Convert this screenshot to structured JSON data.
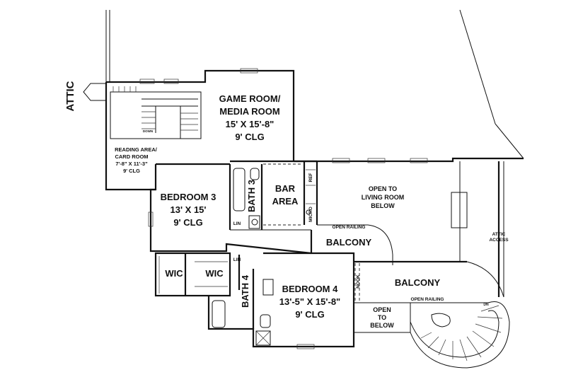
{
  "labels": {
    "attic": "ATTIC",
    "game_room": [
      "GAME ROOM/",
      "MEDIA ROOM",
      "15' X 15'-8\"",
      "9' CLG"
    ],
    "reading_area": [
      "READING AREA/",
      "CARD ROOM",
      "7'-8\" X 11'-3\"",
      "9' CLG"
    ],
    "bedroom3": [
      "BEDROOM 3",
      "13' X 15'",
      "9' CLG"
    ],
    "bath3": "BATH 3",
    "bar_area": [
      "BAR",
      "AREA"
    ],
    "micro": "MICRO",
    "ref": "REF",
    "lin_a": "LIN",
    "lin_b": "LIN",
    "down": "DOWN",
    "open_to_living": [
      "OPEN TO",
      "LIVING ROOM",
      "BELOW"
    ],
    "open_railing_a": "OPEN RAILING",
    "open_railing_b": "OPEN RAILING",
    "balcony_a": "BALCONY",
    "balcony_b": "BALCONY",
    "attic_access": [
      "ATTIC",
      "ACCESS"
    ],
    "wic_a": "WIC",
    "wic_b": "WIC",
    "bath4": "BATH 4",
    "bedroom4": [
      "BEDROOM 4",
      "13'-5\" X 15'-8\"",
      "9' CLG"
    ],
    "nook": "NOOK",
    "open_to_below": [
      "OPEN",
      "TO",
      "BELOW"
    ],
    "dn": "DN"
  }
}
